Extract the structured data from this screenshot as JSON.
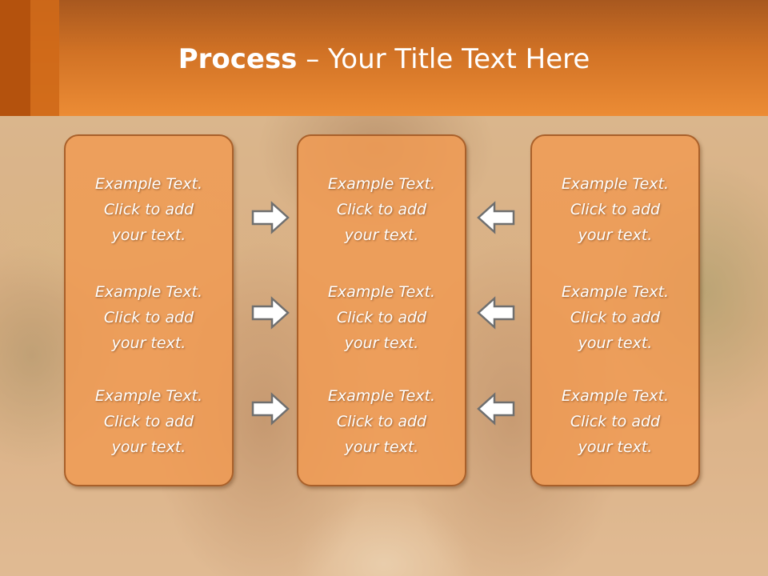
{
  "title": {
    "bold": "Process",
    "rest": " – Your Title Text Here"
  },
  "colors": {
    "header": "#ec8c35",
    "header_dark": "#a8581f",
    "box_fill": "#f09a52",
    "box_border": "#a9602a",
    "arrow_fill": "#ffffff",
    "arrow_stroke": "#6f6f6f"
  },
  "columns": [
    {
      "items": [
        {
          "line1": "Example Text.",
          "line2": "Click  to add",
          "line3": "your text."
        },
        {
          "line1": "Example Text.",
          "line2": "Click  to add",
          "line3": "your text."
        },
        {
          "line1": "Example Text.",
          "line2": "Click  to add",
          "line3": "your text."
        }
      ]
    },
    {
      "items": [
        {
          "line1": "Example Text.",
          "line2": "Click  to add",
          "line3": "your text."
        },
        {
          "line1": "Example Text.",
          "line2": "Click  to add",
          "line3": "your text."
        },
        {
          "line1": "Example Text.",
          "line2": "Click  to add",
          "line3": "your text."
        }
      ]
    },
    {
      "items": [
        {
          "line1": "Example Text.",
          "line2": "Click  to add",
          "line3": "your text."
        },
        {
          "line1": "Example Text.",
          "line2": "Click  to add",
          "line3": "your text."
        },
        {
          "line1": "Example Text.",
          "line2": "Click  to add",
          "line3": "your text."
        }
      ]
    }
  ],
  "arrows": {
    "left_to_middle": [
      "arrow-right-icon",
      "arrow-right-icon",
      "arrow-right-icon"
    ],
    "right_to_middle": [
      "arrow-left-icon",
      "arrow-left-icon",
      "arrow-left-icon"
    ]
  }
}
